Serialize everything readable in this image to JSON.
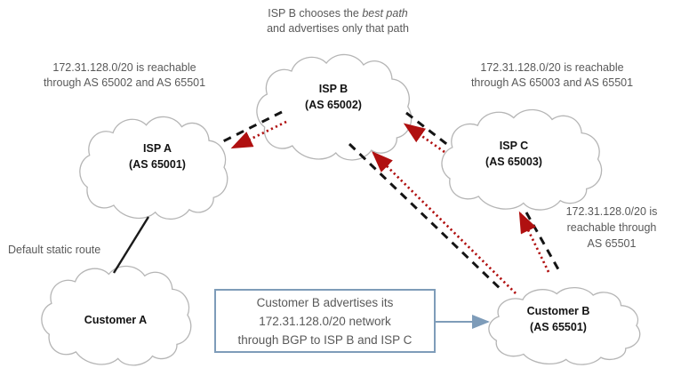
{
  "annotations": {
    "isp_b_choice": {
      "pre": "ISP B chooses the ",
      "italic": "best path",
      "line2": "and advertises only that path"
    },
    "left_reachability": {
      "line1": "172.31.128.0/20 is reachable",
      "line2": "through AS 65002 and AS 65501"
    },
    "right_reachability": {
      "line1": "172.31.128.0/20 is reachable",
      "line2": "through AS 65003 and AS 65501"
    },
    "customer_b_reachability": {
      "line1": "172.31.128.0/20 is",
      "line2": "reachable through",
      "line3": "AS 65501"
    },
    "default_static_route": "Default static route"
  },
  "nodes": {
    "isp_a": {
      "name": "ISP A",
      "as": "(AS 65001)"
    },
    "isp_b": {
      "name": "ISP B",
      "as": "(AS 65002)"
    },
    "isp_c": {
      "name": "ISP C",
      "as": "(AS 65003)"
    },
    "customer_a": {
      "name": "Customer A"
    },
    "customer_b": {
      "name": "Customer B",
      "as": "(AS 65501)"
    }
  },
  "callout": {
    "line1": "Customer B advertises its",
    "line2": "172.31.128.0/20  network",
    "line3": "through BGP to ISP B and ISP C"
  },
  "colors": {
    "advert_red": "#b01010",
    "dash_black": "#141414",
    "solid_black": "#1a1a1a",
    "cloud_gray": "#b5b5b5",
    "callout_blue": "#7e9cb9"
  }
}
